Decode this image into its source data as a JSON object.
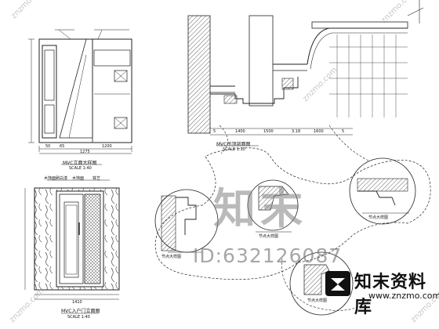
{
  "drawings": {
    "top_left_elevation": {
      "caption": "MVC立面大样图",
      "scale": "SCALE 1:40",
      "total_width": "1275",
      "dims": [
        "50",
        "65",
        "1200"
      ]
    },
    "bottom_left_elevation": {
      "caption": "MVC入户门立面图",
      "scale": "SCALE 1:40",
      "top_notes": [
        "木饰面刷白漆",
        "木饰面",
        "铁艺"
      ],
      "bottom_dims": [
        "1410"
      ]
    },
    "section_detail": {
      "caption": "MVC吊顶剖面图",
      "scale": "SCALE 1:10",
      "dims": [
        "5",
        "1400",
        "1500",
        "3.18",
        "1600",
        "5"
      ]
    },
    "detail_callouts": [
      {
        "label": "节点大样图"
      },
      {
        "label": "节点大样图"
      },
      {
        "label": "节点大样图"
      },
      {
        "label": "节点大样图"
      }
    ]
  },
  "watermark": {
    "big_text": "知末",
    "id_text": "ID:632126087",
    "brand": "知末资料库",
    "site": "www.znzmo.com",
    "side_marks": "znzmo.com"
  }
}
